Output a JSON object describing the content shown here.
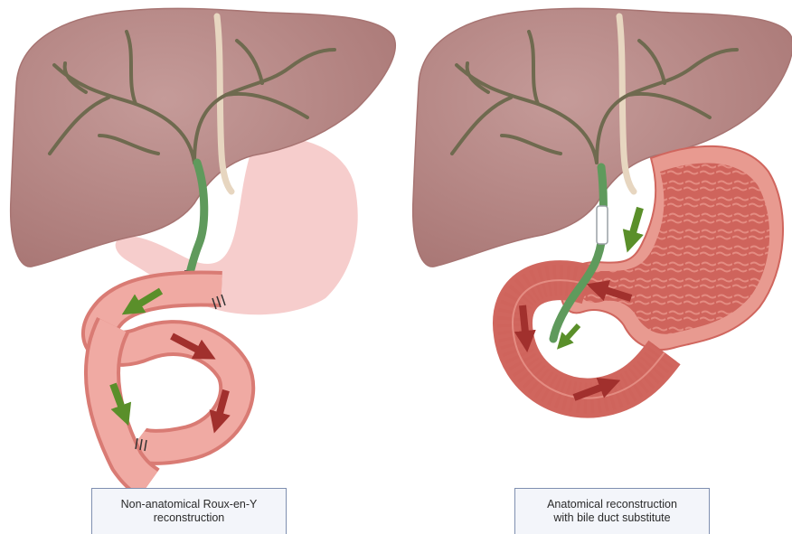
{
  "panels": [
    {
      "id": "left",
      "caption_line1": "Non-anatomical Roux-en-Y",
      "caption_line2": "reconstruction"
    },
    {
      "id": "right",
      "caption_line1": "Anatomical  reconstruction",
      "caption_line2": "with bile duct substitute"
    }
  ],
  "colors": {
    "liver": "#bc8d8b",
    "liver_dark": "#a77472",
    "bile_tree": "#6f6a4f",
    "bile_duct": "#5f9a5c",
    "ligament": "#e7d6c0",
    "stomach_faded": "#f4c4c3",
    "intestine": "#eea19a",
    "intestine_dark": "#d97b74",
    "mucosa": "#d0665e",
    "mucosa_light": "#e38a80",
    "arrow_green": "#5a8f2a",
    "arrow_red": "#a1302d",
    "caption_bg": "#f3f5fa",
    "caption_border": "#7f8fb0"
  }
}
